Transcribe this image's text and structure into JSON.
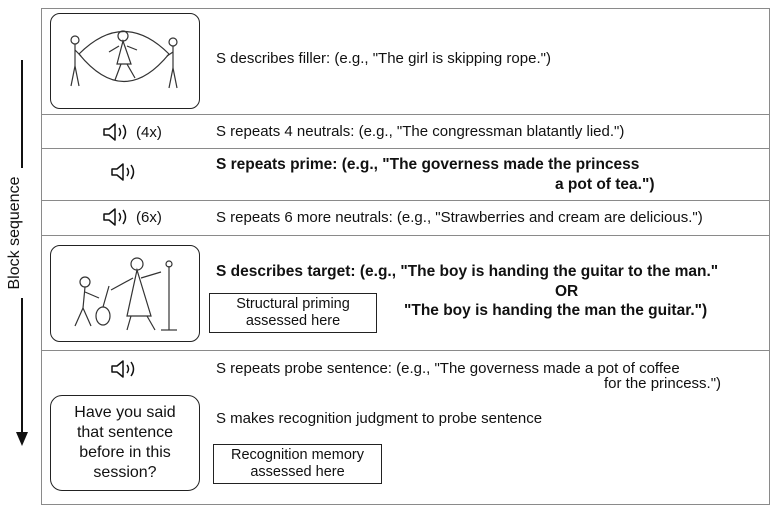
{
  "axis_label": "Block sequence",
  "rows": [
    {
      "id": "filler",
      "text": "S describes filler: (e.g., \"The girl is skipping rope.\")"
    },
    {
      "id": "neutrals4",
      "count": "(4x)",
      "text": "S repeats 4 neutrals: (e.g., \"The congressman blatantly lied.\")"
    },
    {
      "id": "prime",
      "line1": "S repeats prime: (e.g., \"The governess made the princess",
      "line2": "a pot of tea.\")"
    },
    {
      "id": "neutrals6",
      "count": "(6x)",
      "text": "S repeats 6 more neutrals: (e.g., \"Strawberries and cream are delicious.\")"
    },
    {
      "id": "target",
      "line1": "S describes target:  (e.g., \"The boy is handing the guitar to the man.\"",
      "or": "OR",
      "line3": "\"The boy is handing the man the guitar.\")",
      "box_line1": "Structural priming",
      "box_line2": "assessed here"
    },
    {
      "id": "probe",
      "line1": "S repeats probe sentence:  (e.g., \"The governess made a pot of coffee",
      "line2": "for the princess.\")"
    },
    {
      "id": "recognition",
      "text": "S makes recognition judgment to probe sentence",
      "question": [
        "Have you said",
        "that sentence",
        "before in this",
        "session?"
      ],
      "box_line1": "Recognition memory",
      "box_line2": "assessed here"
    }
  ]
}
